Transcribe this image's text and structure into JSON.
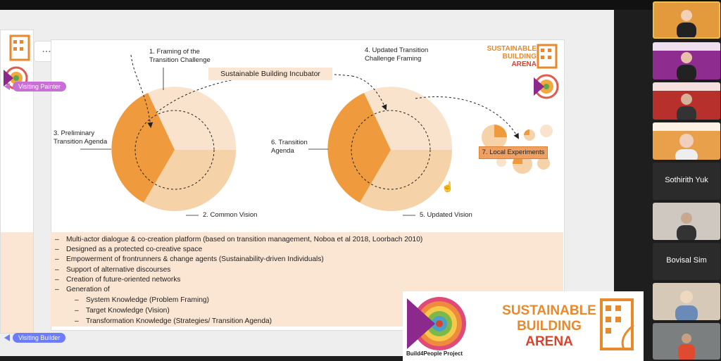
{
  "slide": {
    "incubator": "Sustainable Building Incubator",
    "framing": "1. Framing of the\nTransition Challenge",
    "updated_framing": "4. Updated Transition\nChallenge Framing",
    "preliminary": "3. Preliminary\nTransition Agenda",
    "common_vision": "2. Common Vision",
    "transition_agenda": "6. Transition\nAgenda",
    "updated_vision": "5. Updated Vision",
    "local_experiments": "7. Local Experiments",
    "brand_line1": "SUSTAINABLE",
    "brand_line2": "BUILDING",
    "brand_line3": "ARENA",
    "bullets": [
      "Multi-actor dialogue & co-creation platform (based on transition management, Noboa et al 2018, Loorbach 2010)",
      "Designed as a protected co-creative space",
      "Empowerment of frontrunners & change agents (Sustainability-driven Individuals)",
      "Support of alternative  discourses",
      "Creation of future-oriented networks",
      "Generation of"
    ],
    "sub_bullets": [
      "System Knowledge (Problem Framing)",
      "Target Knowledge (Vision)",
      "Transformation Knowledge (Strategies/ Transition Agenda)"
    ]
  },
  "stage": {
    "tag_painter": "Visiting Painter",
    "tag_builder": "Visiting Builder",
    "more_button": "...",
    "tag_painter_color": "#c86fd6",
    "tag_builder_color": "#6b7cff"
  },
  "participants": [
    {
      "name": "",
      "type": "video",
      "color": "#e29a3c"
    },
    {
      "name": "",
      "type": "video",
      "color": "#8e2d8f"
    },
    {
      "name": "",
      "type": "video",
      "color": "#b8302b"
    },
    {
      "name": "",
      "type": "video",
      "color": "#e8a04b"
    },
    {
      "name": "Sothirith Yuk",
      "type": "name"
    },
    {
      "name": "",
      "type": "video",
      "color": "#cfc8c0"
    },
    {
      "name": "Bovisal Sim",
      "type": "name"
    },
    {
      "name": "",
      "type": "video",
      "color": "#d7c9b8"
    },
    {
      "name": "",
      "type": "video",
      "color": "#7b7f80"
    }
  ],
  "logo": {
    "project": "Build4People Project",
    "line1": "SUSTAINABLE",
    "line2": "BUILDING",
    "line3": "ARENA"
  },
  "colors": {
    "orange_dark": "#ef9a3d",
    "orange_light": "#f7d2a8",
    "orange_pale": "#fbe6d3",
    "arena_red": "#d9432e"
  }
}
